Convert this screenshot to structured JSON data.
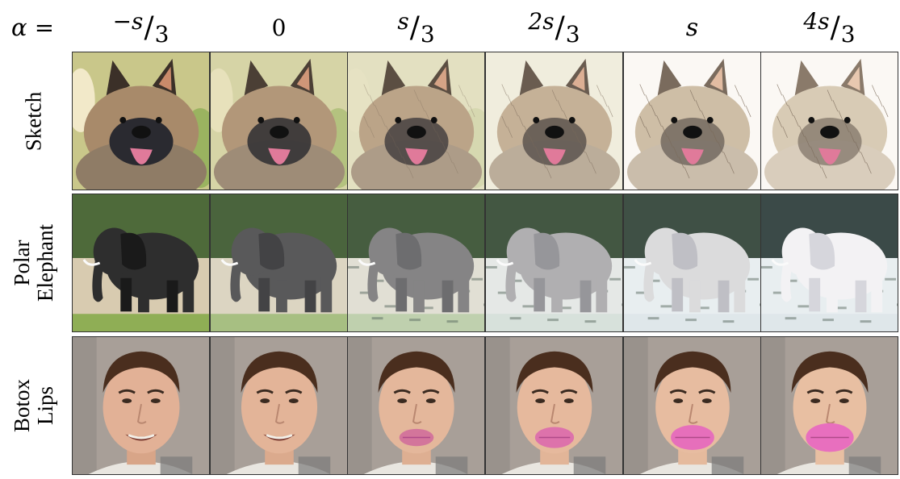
{
  "header": {
    "alpha_label": "α =",
    "columns": [
      {
        "type": "frac",
        "num": "−s",
        "den": "3"
      },
      {
        "type": "plain",
        "text": "0"
      },
      {
        "type": "frac",
        "num": "s",
        "den": "3"
      },
      {
        "type": "frac",
        "num": "2s",
        "den": "3"
      },
      {
        "type": "italic",
        "text": "s"
      },
      {
        "type": "frac",
        "num": "4s",
        "den": "3"
      }
    ]
  },
  "rows": [
    {
      "label_lines": [
        "Sketch"
      ],
      "subject": "dog"
    },
    {
      "label_lines": [
        "Polar",
        "Elephant"
      ],
      "subject": "elephant"
    },
    {
      "label_lines": [
        "Botox",
        "Lips"
      ],
      "subject": "face"
    }
  ],
  "strengths": [
    -0.333,
    0,
    0.333,
    0.667,
    1,
    1.333
  ],
  "colors": {
    "dog_fur": "#a88a6a",
    "dog_dark": "#2a2a30",
    "tongue": "#e07a9a",
    "grass": "#8fae55",
    "elephant_dark": "#2e2e2e",
    "snow": "#e8eef0",
    "skin": "#e8bfa2",
    "hair": "#4a2e1e",
    "lips_botox": "#e86fbe",
    "bg_face": "#a89f98"
  }
}
